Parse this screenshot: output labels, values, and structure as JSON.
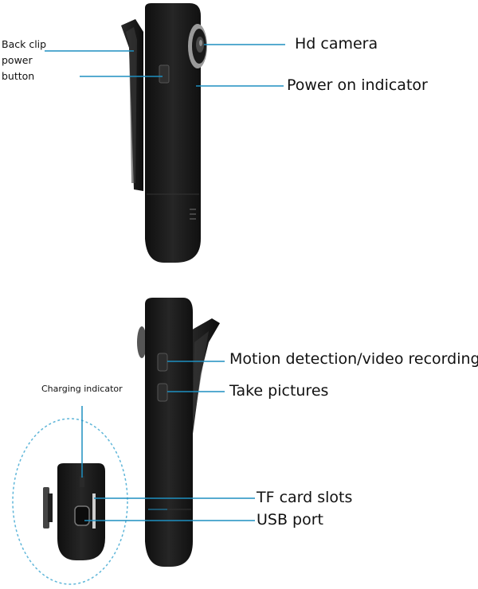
{
  "labels": {
    "back_clip_power_button": [
      "Back clip",
      "power",
      "button"
    ],
    "hd_camera": "Hd camera",
    "power_on_indicator": "Power on indicator",
    "charging_indicator": "Charging indicator",
    "motion_detection": "Motion detection/video recording",
    "take_pictures": "Take pictures",
    "tf_card_slots": "TF card slots",
    "usb_port": "USB port"
  },
  "colors": {
    "device_body": "#1b1b1b",
    "device_highlight": "#3a3a3a",
    "callout_line": "#1e8fc0",
    "dashed_circle": "#5fb6d9",
    "text": "#111111"
  }
}
